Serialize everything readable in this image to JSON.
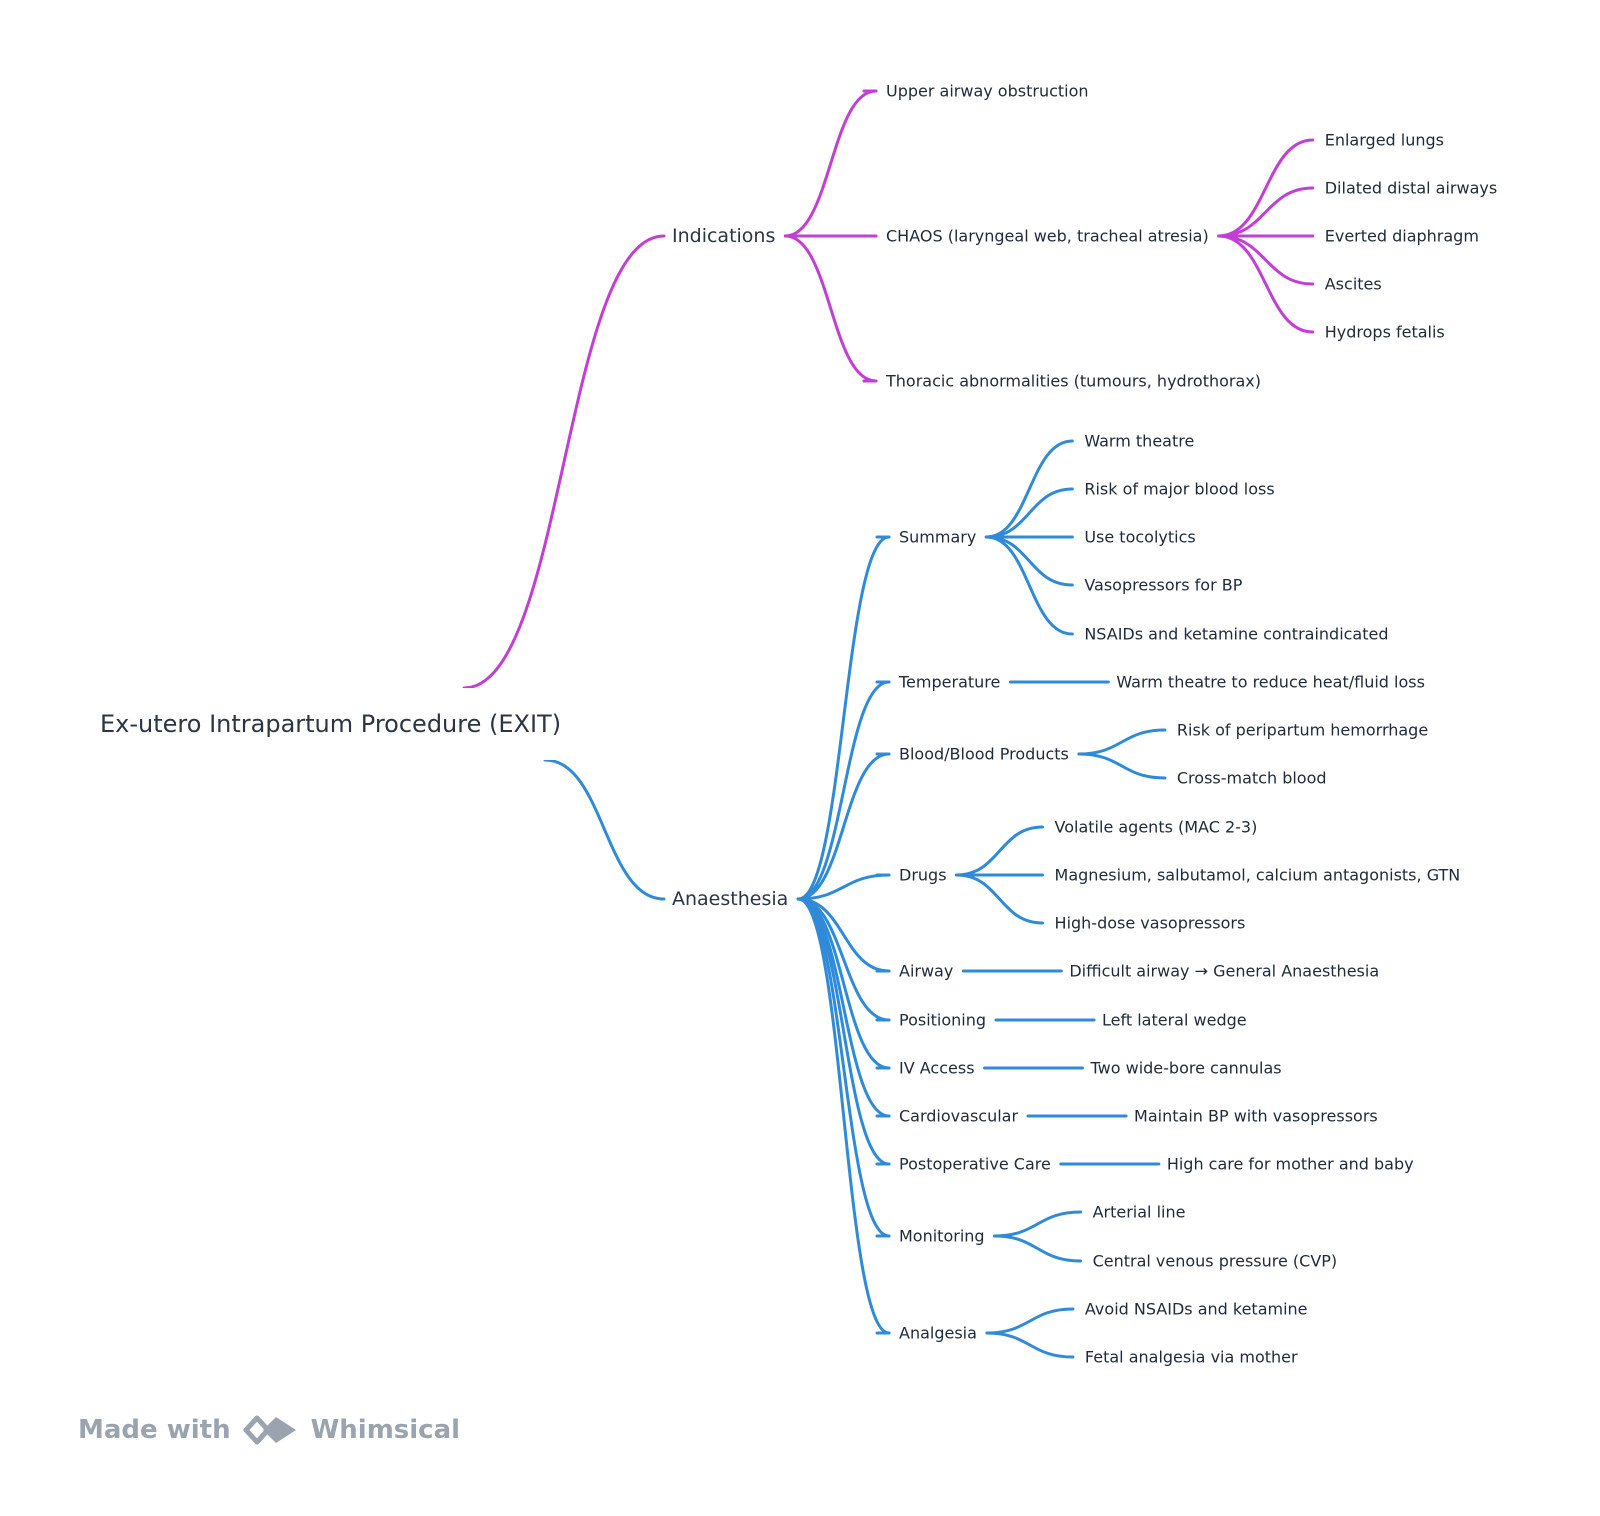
{
  "colors": {
    "indications": "#c23fd4",
    "anaesthesia": "#2f8ad8",
    "text": "#1f2a3a",
    "watermark": "#9aa3ae"
  },
  "root": {
    "label": "Ex-utero Intrapartum Procedure (EXIT)"
  },
  "branches": [
    {
      "id": "indications",
      "label": "Indications",
      "color": "#c23fd4",
      "children": [
        {
          "label": "Upper airway obstruction",
          "children": []
        },
        {
          "label": "CHAOS (laryngeal web, tracheal atresia)",
          "children": [
            {
              "label": "Enlarged lungs"
            },
            {
              "label": "Dilated distal airways"
            },
            {
              "label": "Everted diaphragm"
            },
            {
              "label": "Ascites"
            },
            {
              "label": "Hydrops fetalis"
            }
          ]
        },
        {
          "label": "Thoracic abnormalities (tumours, hydrothorax)",
          "children": []
        }
      ]
    },
    {
      "id": "anaesthesia",
      "label": "Anaesthesia",
      "color": "#2f8ad8",
      "children": [
        {
          "label": "Summary",
          "children": [
            {
              "label": "Warm theatre"
            },
            {
              "label": "Risk of major blood loss"
            },
            {
              "label": "Use tocolytics"
            },
            {
              "label": "Vasopressors for BP"
            },
            {
              "label": "NSAIDs and ketamine contraindicated"
            }
          ]
        },
        {
          "label": "Temperature",
          "children": [
            {
              "label": "Warm theatre to reduce heat/fluid loss"
            }
          ]
        },
        {
          "label": "Blood/Blood Products",
          "children": [
            {
              "label": "Risk of peripartum hemorrhage"
            },
            {
              "label": "Cross-match blood"
            }
          ]
        },
        {
          "label": "Drugs",
          "children": [
            {
              "label": "Volatile agents (MAC 2-3)"
            },
            {
              "label": "Magnesium, salbutamol, calcium antagonists, GTN"
            },
            {
              "label": "High-dose vasopressors"
            }
          ]
        },
        {
          "label": "Airway",
          "children": [
            {
              "label": "Difficult airway → General Anaesthesia"
            }
          ]
        },
        {
          "label": "Positioning",
          "children": [
            {
              "label": "Left lateral wedge"
            }
          ]
        },
        {
          "label": "IV Access",
          "children": [
            {
              "label": "Two wide-bore cannulas"
            }
          ]
        },
        {
          "label": "Cardiovascular",
          "children": [
            {
              "label": "Maintain BP with vasopressors"
            }
          ]
        },
        {
          "label": "Postoperative Care",
          "children": [
            {
              "label": "High care for mother and baby"
            }
          ]
        },
        {
          "label": "Monitoring",
          "children": [
            {
              "label": "Arterial line"
            },
            {
              "label": "Central venous pressure (CVP)"
            }
          ]
        },
        {
          "label": "Analgesia",
          "children": [
            {
              "label": "Avoid NSAIDs and ketamine"
            },
            {
              "label": "Fetal analgesia via mother"
            }
          ]
        }
      ]
    }
  ],
  "watermark": {
    "prefix": "Made with",
    "brand": "Whimsical",
    "logo_icon": "whimsical-logo-icon"
  }
}
